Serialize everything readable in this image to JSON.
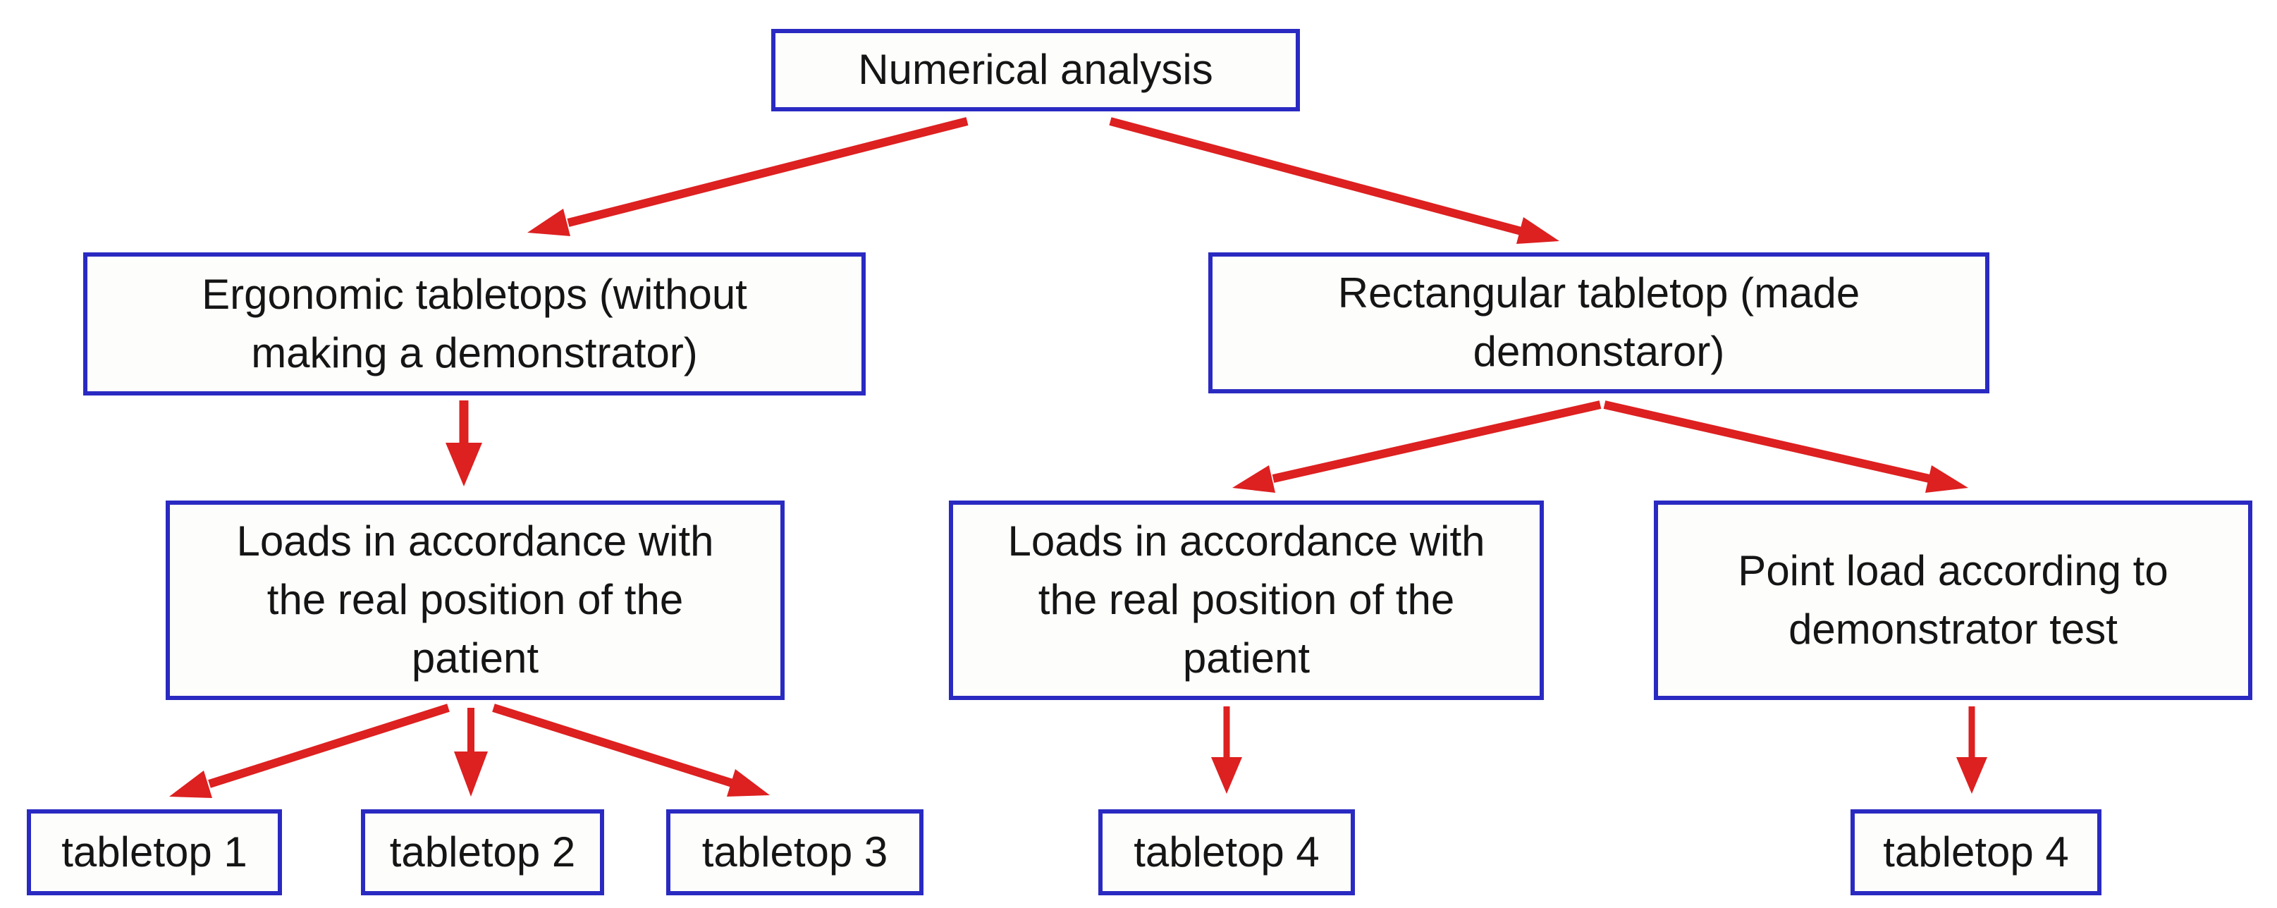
{
  "diagram": {
    "type": "flowchart",
    "nodes": {
      "root": {
        "label": "Numerical analysis"
      },
      "ergonomic": {
        "label": "Ergonomic tabletops (without\nmaking a demonstrator)"
      },
      "rectangular": {
        "label": "Rectangular tabletop (made\ndemonstaror)"
      },
      "loads_left": {
        "label": "Loads in accordance with\nthe real position of the\npatient"
      },
      "loads_right": {
        "label": "Loads in accordance with\nthe real position of the\npatient"
      },
      "point_load": {
        "label": "Point load according to\ndemonstrator test"
      },
      "tabletop1": {
        "label": "tabletop 1"
      },
      "tabletop2": {
        "label": "tabletop 2"
      },
      "tabletop3": {
        "label": "tabletop 3"
      },
      "tabletop4a": {
        "label": "tabletop 4"
      },
      "tabletop4b": {
        "label": "tabletop 4"
      }
    },
    "edges": [
      {
        "from": "root",
        "to": "ergonomic"
      },
      {
        "from": "root",
        "to": "rectangular"
      },
      {
        "from": "ergonomic",
        "to": "loads_left"
      },
      {
        "from": "rectangular",
        "to": "loads_right"
      },
      {
        "from": "rectangular",
        "to": "point_load"
      },
      {
        "from": "loads_left",
        "to": "tabletop1"
      },
      {
        "from": "loads_left",
        "to": "tabletop2"
      },
      {
        "from": "loads_left",
        "to": "tabletop3"
      },
      {
        "from": "loads_right",
        "to": "tabletop4a"
      },
      {
        "from": "point_load",
        "to": "tabletop4b"
      }
    ],
    "colors": {
      "box_border": "#2a2ac2",
      "arrow": "#dd2020",
      "text": "#151515",
      "background": "#ffffff"
    }
  }
}
